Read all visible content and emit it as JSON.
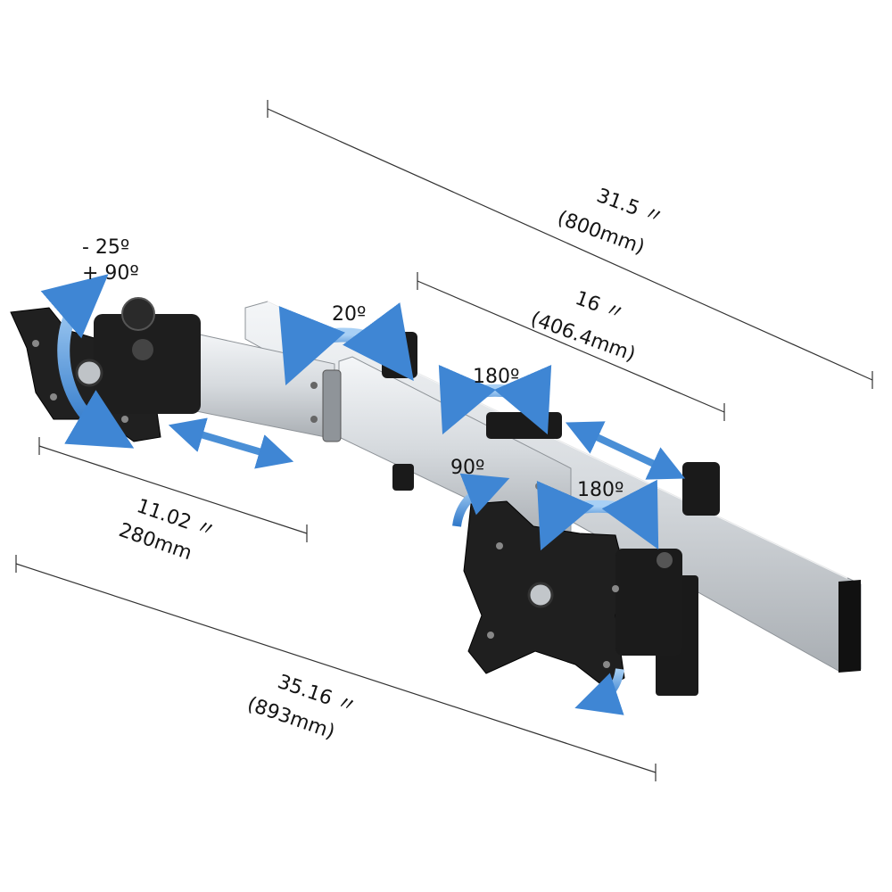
{
  "dimensions": {
    "overall_length": {
      "inches": "31.5 〃",
      "mm": "(800mm)"
    },
    "extension_arm": {
      "inches": "16 〃",
      "mm": "(406.4mm)"
    },
    "short_arm": {
      "inches": "11.02 〃",
      "mm": "280mm"
    },
    "max_span": {
      "inches": "35.16 〃",
      "mm": "(893mm)"
    }
  },
  "angles": {
    "left_tilt_minus": "- 25º",
    "left_tilt_plus": "+ 90º",
    "joint_swivel": "20º",
    "mid_swivel": "180º",
    "right_rotation": "90º",
    "right_swivel": "180º"
  },
  "colors": {
    "aluminum": "#d9dde1",
    "aluminum_dark": "#a8adb2",
    "bracket": "#1c1c1c",
    "arrow_blue": "#4a8fd6",
    "dimension_line": "#333333"
  },
  "icons": [
    "rotation-arrow-icon",
    "swivel-arrow-icon",
    "slide-arrow-icon"
  ]
}
